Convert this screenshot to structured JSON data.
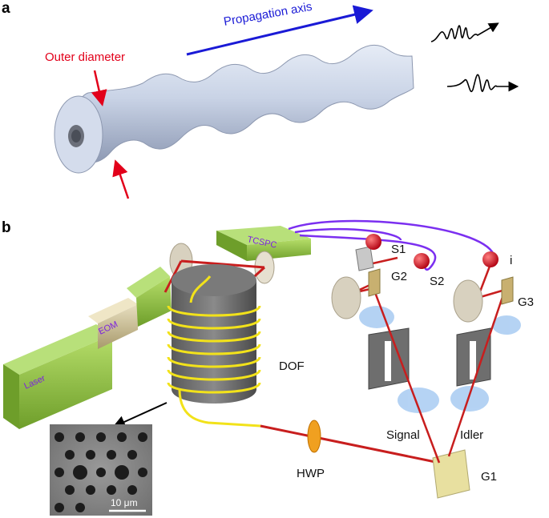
{
  "panel_a": {
    "letter": "a",
    "outer_diameter_label": "Outer diameter",
    "propagation_axis_label": "Propagation axis"
  },
  "panel_b": {
    "letter": "b",
    "components": {
      "laser": "Laser",
      "eom": "EOM",
      "tcspc": "TCSPC",
      "dof": "DOF",
      "hwp": "HWP",
      "g1": "G1",
      "g2": "G2",
      "g3": "G3",
      "s1": "S1",
      "s2": "S2",
      "i": "i",
      "signal": "Signal",
      "idler": "Idler"
    },
    "scale_bar_label": "10 μm"
  },
  "colors": {
    "fiber": "#c8d2e4",
    "beam": "#c81e1e",
    "label_red": "#e2001a",
    "label_blue": "#1a1ad6",
    "cable_purple": "#7b2ff0",
    "coil_yellow": "#f2e21a",
    "box_green": "#8cbf3c"
  }
}
